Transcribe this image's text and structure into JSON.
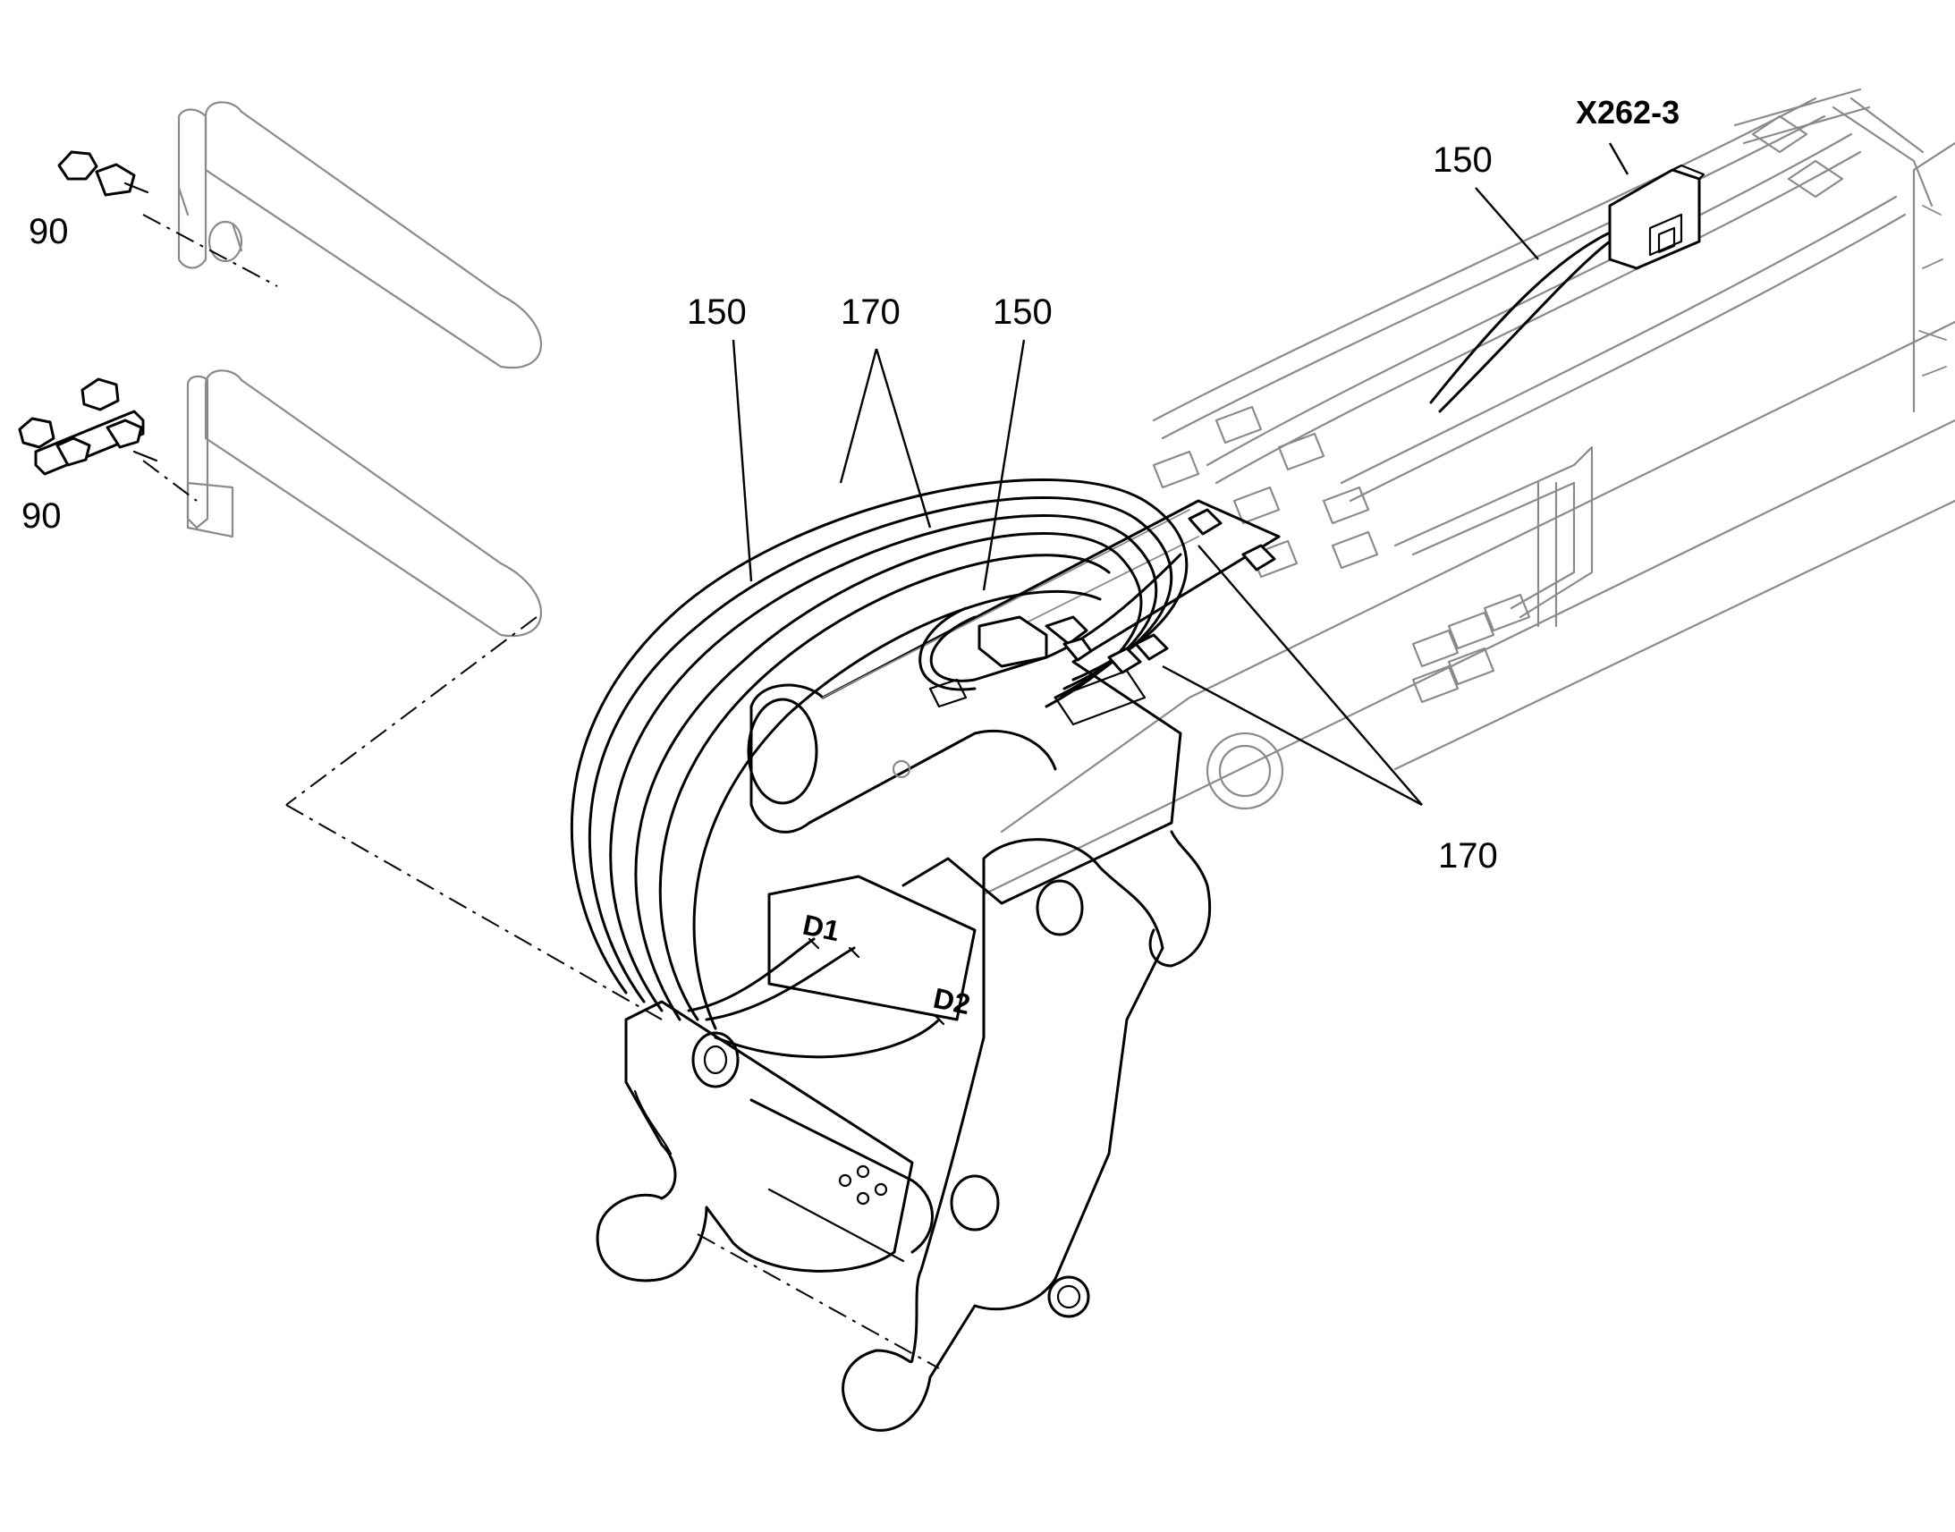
{
  "callouts": {
    "bolt_pin_upper": "90",
    "bolt_pin_lower": "90",
    "hose_150_left": "150",
    "hose_170_top": "170",
    "hose_150_mid": "150",
    "hose_150_right": "150",
    "hose_170_bottom": "170"
  },
  "connector": {
    "label": "X262-3"
  },
  "port_markings": {
    "d1": "D1",
    "d2": "D2"
  }
}
